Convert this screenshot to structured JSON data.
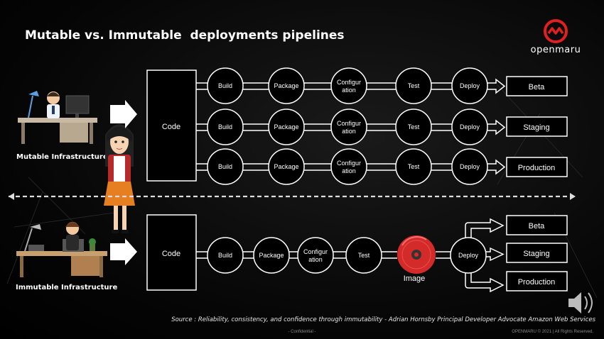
{
  "title": "Mutable vs. Immutable  deployments pipelines",
  "logo": {
    "text": "openmaru",
    "accent": "#e02020"
  },
  "sections": {
    "mutable_label": "Mutable Infrastructure",
    "immutable_label": "Immutable Infrastructure"
  },
  "mutable": {
    "code": "Code",
    "rows": [
      {
        "stages": [
          "Build",
          "Package",
          "Configur\nation",
          "Test",
          "Deploy"
        ],
        "target": "Beta"
      },
      {
        "stages": [
          "Build",
          "Package",
          "Configur\nation",
          "Test",
          "Deploy"
        ],
        "target": "Staging"
      },
      {
        "stages": [
          "Build",
          "Package",
          "Configur\nation",
          "Test",
          "Deploy"
        ],
        "target": "Production"
      }
    ]
  },
  "immutable": {
    "code": "Code",
    "stages": [
      "Build",
      "Package",
      "Configur\nation",
      "Test"
    ],
    "image_label": "Image",
    "deploy": "Deploy",
    "targets": [
      "Beta",
      "Staging",
      "Production"
    ]
  },
  "source": "Source : Reliability, consistency, and  confidence through immutability - Adrian Hornsby Principal Developer Advocate Amazon Web Services",
  "footer": {
    "confidential": "- Confidential -",
    "copyright": "OPENMARU ©  2021 | All Rights Reserved."
  },
  "colors": {
    "stroke": "#ffffff",
    "disc": "#d42a2a",
    "divider": "#dddddd"
  }
}
